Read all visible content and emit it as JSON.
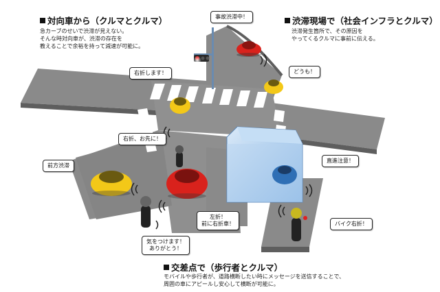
{
  "sections": {
    "oncoming": {
      "heading": "対向車から（クルマとクルマ）",
      "lines": [
        "急カーブのせいで渋滞が見えない。",
        "そんな時対向車が、渋滞の存在を",
        "教えることで余裕を持って減速が可能に。"
      ]
    },
    "congestion_site": {
      "heading": "渋滞現場で（社会インフラとクルマ）",
      "lines": [
        "渋滞発生箇所で、その原因を",
        "やってくるクルマに事前に伝える。"
      ]
    },
    "intersection": {
      "heading": "交差点で（歩行者とクルマ）",
      "lines": [
        "モバイルや歩行者が、道路横断したい時にメッセージを送信することで、",
        "周囲の車にアピールし安心して横断が可能に。"
      ]
    }
  },
  "bubbles": {
    "accident_jam": "事故渋滞中！",
    "thanks": "どうも！",
    "turning_right": "右折します！",
    "right_turn_go_first": "右折、お先に！",
    "jam_ahead": "前方渋滞",
    "go_straight_caution": "直進注意！",
    "left_turn": [
      "左折！",
      "前に右折車！"
    ],
    "take_care": [
      "気をつけます！",
      "ありがとう！"
    ],
    "bike_right_turn": "バイク右折！"
  },
  "colors": {
    "road": "#7d7d7d",
    "road_light": "#a9a9a9",
    "crosswalk": "#ffffff",
    "car_yellow": "#f3c818",
    "car_red": "#d9221c",
    "car_blue": "#2f6fb5",
    "tunnel_blue": "#9fc6ee",
    "signal_red": "#e02020",
    "bubble_border": "#222222",
    "bubble_border_red": "#c0392b"
  }
}
